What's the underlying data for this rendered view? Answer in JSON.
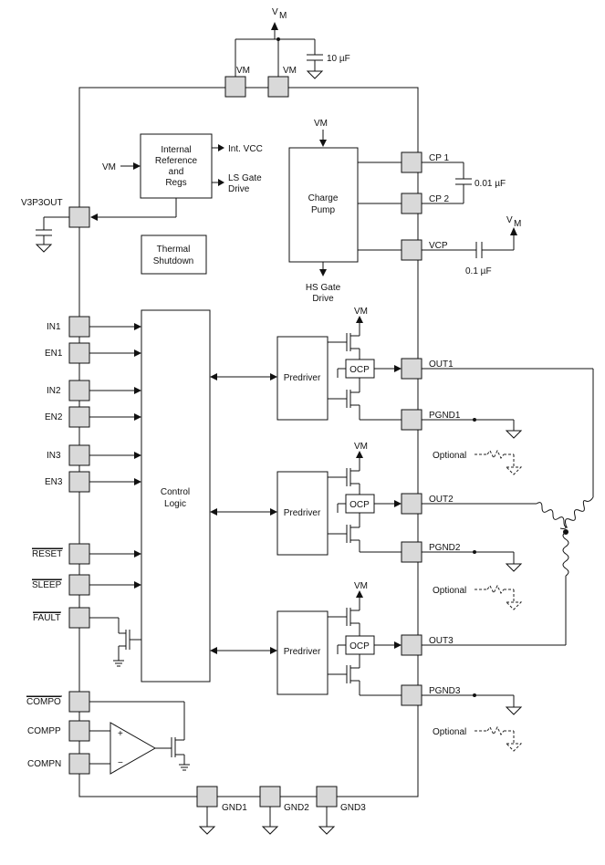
{
  "supply": {
    "vm_top": "V",
    "vm_top_sub": "M",
    "cap_10uf": "10 µF"
  },
  "pins": {
    "vm1": "VM",
    "vm2": "VM",
    "v3p3out": "V3P3OUT",
    "in1": "IN1",
    "en1": "EN1",
    "in2": "IN2",
    "en2": "EN2",
    "in3": "IN3",
    "en3": "EN3",
    "reset": "RESET",
    "sleep": "SLEEP",
    "fault": "FAULT",
    "compo": "COMPO",
    "compp": "COMPP",
    "compn": "COMPN",
    "cp1": "CP 1",
    "cp2": "CP 2",
    "vcp": "VCP",
    "out1": "OUT1",
    "pgnd1": "PGND1",
    "out2": "OUT2",
    "pgnd2": "PGND2",
    "out3": "OUT3",
    "pgnd3": "PGND3",
    "gnd1": "GND1",
    "gnd2": "GND2",
    "gnd3": "GND3"
  },
  "blocks": {
    "internal_ref": [
      "Internal",
      "Reference",
      "and",
      "Regs"
    ],
    "vm_in": "VM",
    "int_vcc": "Int. VCC",
    "ls_gate": [
      "LS Gate",
      "Drive"
    ],
    "thermal": [
      "Thermal",
      "Shutdown"
    ],
    "charge_pump": [
      "Charge",
      "Pump"
    ],
    "charge_pump_vm": "VM",
    "hs_gate": [
      "HS Gate",
      "Drive"
    ],
    "control_logic": [
      "Control",
      "Logic"
    ],
    "predriver": "Predriver",
    "ocp": "OCP",
    "fet_vm": "VM"
  },
  "external": {
    "cap_cp": "0.01 µF",
    "cap_vcp": "0.1 µF",
    "vm_right": "V",
    "vm_right_sub": "M",
    "optional": "Optional"
  },
  "opamp": {
    "plus": "+",
    "minus": "−"
  }
}
